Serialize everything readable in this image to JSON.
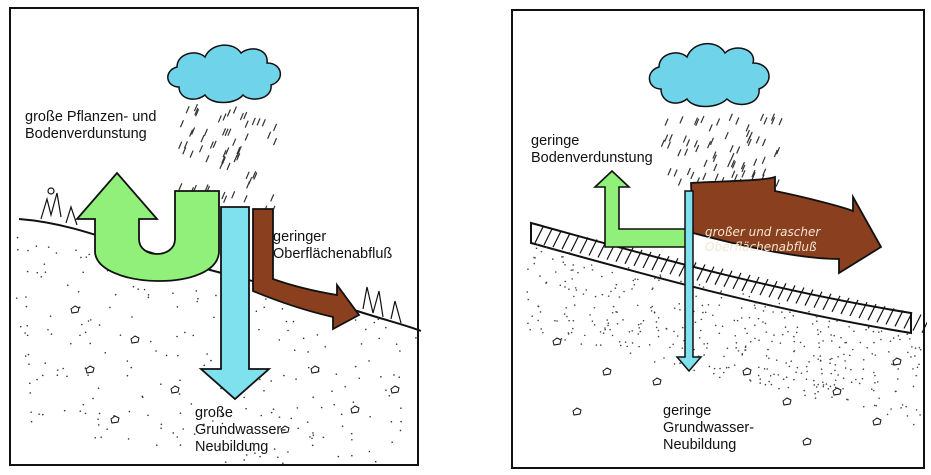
{
  "left_panel": {
    "label_evaporation": [
      "große Pflanzen- und",
      "Bodenverdunstung"
    ],
    "label_runoff": [
      "geringer",
      "Oberflächenabfluß"
    ],
    "label_groundwater": [
      "große",
      "Grundwasser-",
      "Neubildung"
    ]
  },
  "right_panel": {
    "label_evaporation": [
      "geringe",
      "Bodenverdunstung"
    ],
    "label_runoff": [
      "großer und rascher",
      "Oberflächenabfluß"
    ],
    "label_groundwater": [
      "geringe",
      "Grundwasser-",
      "Neubildung"
    ]
  },
  "colors": {
    "cloud": "#6fd3ea",
    "evaporation_green": "#90f07a",
    "groundwater_blue": "#7fe0ee",
    "runoff_brown": "#8a3f1e",
    "outline": "#111111"
  }
}
